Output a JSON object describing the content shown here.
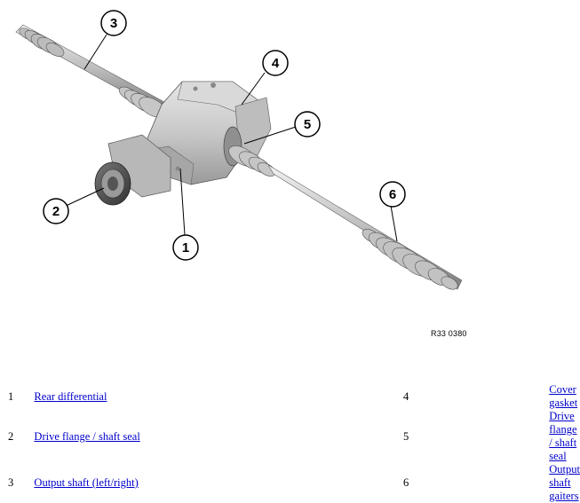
{
  "figure": {
    "reference": "R33 0380",
    "callouts": [
      "1",
      "2",
      "3",
      "4",
      "5",
      "6"
    ]
  },
  "legend": [
    {
      "left": {
        "num": "1",
        "label": "Rear differential"
      },
      "right": {
        "num": "4",
        "label": "Cover gasket"
      }
    },
    {
      "left": {
        "num": "2",
        "label": "Drive flange / shaft seal"
      },
      "right": {
        "num": "5",
        "label": "Drive flange / shaft seal"
      }
    },
    {
      "left": {
        "num": "3",
        "label": "Output shaft (left/right)"
      },
      "right": {
        "num": "6",
        "label": "Output shaft gaiters"
      }
    }
  ]
}
